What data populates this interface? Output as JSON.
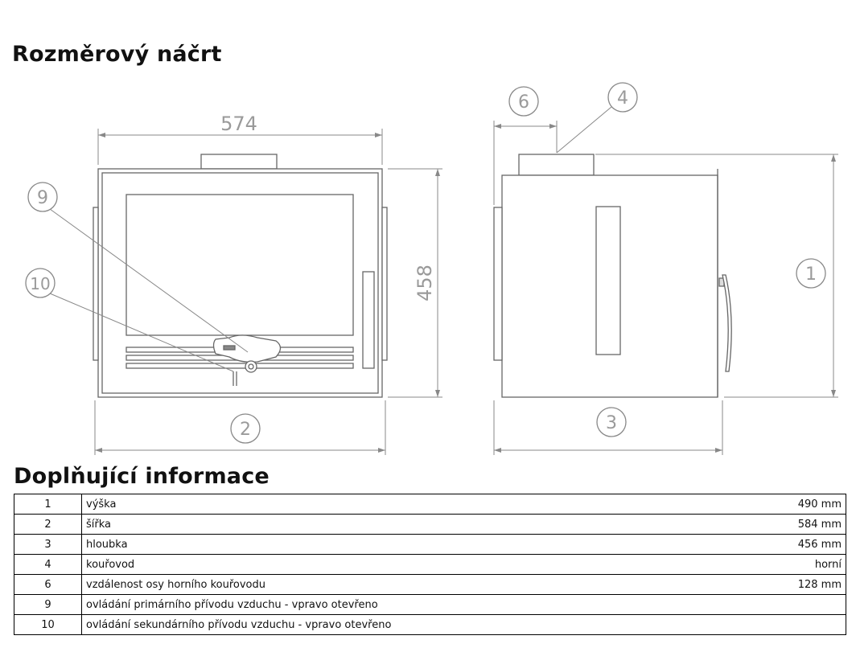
{
  "section_titles": {
    "sketch": "Rozměrový náčrt",
    "info": "Doplňující informace"
  },
  "drawing": {
    "dimension_width": "574",
    "dimension_height": "458",
    "callouts": [
      "1",
      "2",
      "3",
      "4",
      "6",
      "9",
      "10"
    ]
  },
  "info_rows": [
    {
      "num": "1",
      "label": "výška",
      "value": "490 mm"
    },
    {
      "num": "2",
      "label": "šířka",
      "value": "584 mm"
    },
    {
      "num": "3",
      "label": "hloubka",
      "value": "456 mm"
    },
    {
      "num": "4",
      "label": "kouřovod",
      "value": "horní"
    },
    {
      "num": "6",
      "label": "vzdálenost osy horního kouřovodu",
      "value": "128 mm"
    },
    {
      "num": "9",
      "label": "ovládání primárního přívodu vzduchu - vpravo otevřeno",
      "value": ""
    },
    {
      "num": "10",
      "label": "ovládání sekundárního přívodu vzduchu - vpravo otevřeno",
      "value": ""
    }
  ]
}
